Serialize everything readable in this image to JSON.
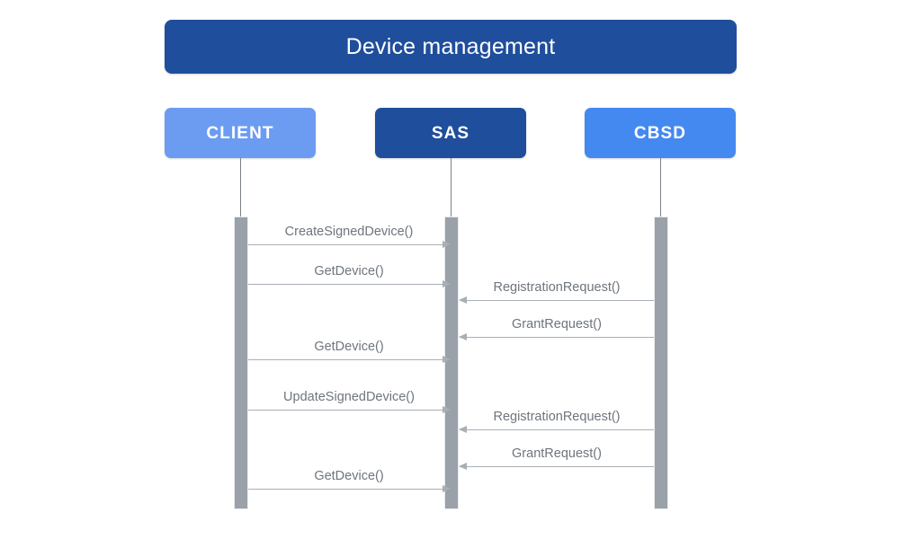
{
  "diagram": {
    "type": "sequence-diagram",
    "title": "Device management",
    "colors": {
      "title_bar": "#1f4e9c",
      "client_box": "#6b9cf2",
      "sas_box": "#1f4e9c",
      "cbsd_box": "#4489f0",
      "activation_bar": "#9ba1a9",
      "message_line": "#a9afb6",
      "message_label": "#6f757c",
      "background": "#ffffff"
    },
    "participants": [
      {
        "id": "client",
        "label": "CLIENT"
      },
      {
        "id": "sas",
        "label": "SAS"
      },
      {
        "id": "cbsd",
        "label": "CBSD"
      }
    ],
    "messages": [
      {
        "index": 1,
        "label": "CreateSignedDevice()",
        "from": "client",
        "to": "sas",
        "direction": "right"
      },
      {
        "index": 2,
        "label": "GetDevice()",
        "from": "client",
        "to": "sas",
        "direction": "right"
      },
      {
        "index": 3,
        "label": "RegistrationRequest()",
        "from": "cbsd",
        "to": "sas",
        "direction": "left"
      },
      {
        "index": 4,
        "label": "GrantRequest()",
        "from": "cbsd",
        "to": "sas",
        "direction": "left"
      },
      {
        "index": 5,
        "label": "GetDevice()",
        "from": "client",
        "to": "sas",
        "direction": "right"
      },
      {
        "index": 6,
        "label": "UpdateSignedDevice()",
        "from": "client",
        "to": "sas",
        "direction": "right"
      },
      {
        "index": 7,
        "label": "RegistrationRequest()",
        "from": "cbsd",
        "to": "sas",
        "direction": "left"
      },
      {
        "index": 8,
        "label": "GrantRequest()",
        "from": "cbsd",
        "to": "sas",
        "direction": "left"
      },
      {
        "index": 9,
        "label": "GetDevice()",
        "from": "client",
        "to": "sas",
        "direction": "right"
      }
    ]
  }
}
